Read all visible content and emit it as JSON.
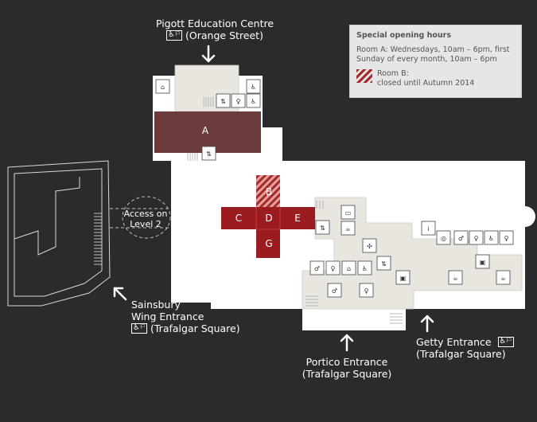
{
  "legend": {
    "title": "Special opening hours",
    "room_a": "Room A: Wednesdays, 10am – 6pm, first Sunday of every month, 10am – 6pm",
    "room_b_label": "Room B:",
    "room_b": "closed until Autumn 2014",
    "room_b_color": "#a52a2a"
  },
  "entrances": {
    "pigott_line1": "Pigott Education Centre",
    "pigott_line2": "(Orange Street)",
    "sainsbury_line1": "Sainsbury",
    "sainsbury_line2": "Wing Entrance",
    "sainsbury_line3": "(Trafalgar Square)",
    "portico_line1": "Portico Entrance",
    "portico_line2": "(Trafalgar Square)",
    "getty_line1": "Getty Entrance",
    "getty_line2": "(Trafalgar Square)"
  },
  "access": {
    "line1": "Access on",
    "line2": "Level 2"
  },
  "rooms": {
    "a": "A",
    "b": "B",
    "c": "C",
    "d": "D",
    "e": "E",
    "g": "G"
  },
  "colors": {
    "background": "#2b2b2d",
    "building": "#ffffff",
    "public_area": "#e8e6df",
    "room_a": "#6b3a3a",
    "rooms_cdeg": "#9b1c20"
  },
  "icons": [
    "cloakroom-icon",
    "toilet-icon",
    "accessible-toilet-icon",
    "lift-icon",
    "information-icon",
    "cafe-icon",
    "shop-icon",
    "computer-icon",
    "audio-guide-icon",
    "escalator-icon"
  ]
}
